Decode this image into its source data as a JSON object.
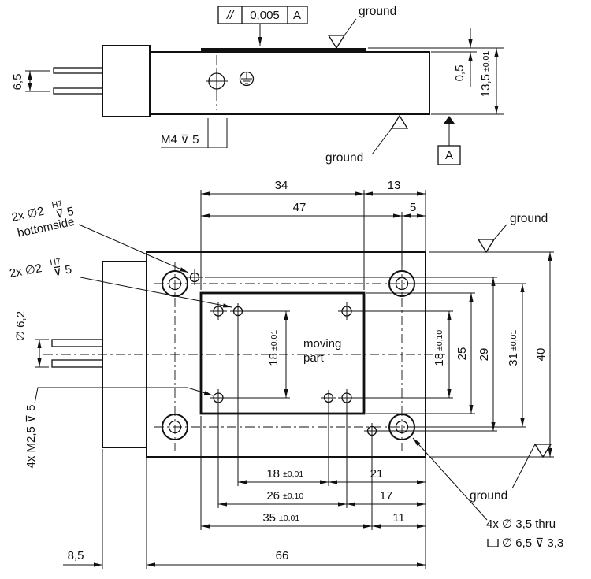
{
  "colors": {
    "ink": "#111111",
    "background": "#ffffff"
  },
  "side_view": {
    "fcf": {
      "symbol": "//",
      "value": "0,005",
      "datum": "A"
    },
    "ground_top": "ground",
    "ground_bottom": "ground",
    "datum_flag": "A",
    "thread_callout": "M4 ⊽ 5",
    "dims": {
      "d65": "6,5",
      "d05": "0,5",
      "d135": {
        "main": "13,5",
        "tol": "±0,01"
      }
    }
  },
  "plan_view": {
    "ground_top": "ground",
    "ground_bottom": "ground",
    "moving_part": {
      "line1": "moving",
      "line2": "part"
    },
    "callout_pins_bottomside": {
      "main": "2x ∅2",
      "fit": "H7",
      "depth": "⊽ 5",
      "note": "bottomside"
    },
    "callout_pins_top": {
      "main": "2x ∅2",
      "fit": "H7",
      "depth": "⊽ 5"
    },
    "callout_cable": "∅ 6,2",
    "callout_threads": "4x M2,5 ⊽ 5",
    "callout_cbore": {
      "line1": "4x ∅ 3,5 thru",
      "line2": "∅ 6,5 ⊽ 3,3"
    },
    "dims": {
      "d34": "34",
      "d13": "13",
      "d47": "47",
      "d5": "5",
      "d18_inner": {
        "main": "18",
        "tol": "±0,01"
      },
      "d18_right": {
        "main": "18",
        "tol": "±0,10"
      },
      "d25": "25",
      "d29": "29",
      "d31": {
        "main": "31",
        "tol": "±0,01"
      },
      "d40": "40",
      "d18_bottom": {
        "main": "18",
        "tol": "±0,01"
      },
      "d21": "21",
      "d26": {
        "main": "26",
        "tol": "±0,10"
      },
      "d17": "17",
      "d35": {
        "main": "35",
        "tol": "±0,01"
      },
      "d11": "11",
      "d85": "8,5",
      "d66": "66"
    }
  }
}
